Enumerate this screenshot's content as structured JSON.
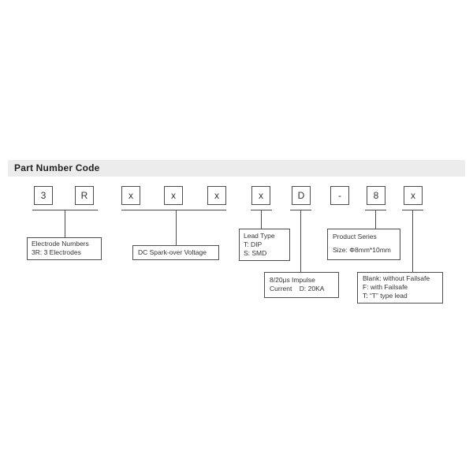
{
  "header": {
    "title": "Part Number Code",
    "bar_color": "#ececec",
    "text_color": "#222222"
  },
  "colors": {
    "line": "#4f4f4f",
    "box_border": "#4f4f4f",
    "text": "#333333",
    "background": "#ffffff"
  },
  "code_boxes": [
    "3",
    "R",
    "x",
    "x",
    "x",
    "x",
    "D",
    "-",
    "8",
    "x"
  ],
  "callouts": [
    {
      "id": "electrode-numbers",
      "lines": [
        "Electrode Numbers",
        "3R: 3 Electrodes"
      ]
    },
    {
      "id": "dc-spark-over-voltage",
      "lines": [
        "DC Spark-over Voltage"
      ]
    },
    {
      "id": "lead-type",
      "lines": [
        "Lead Type",
        "T: DIP",
        "S: SMD"
      ]
    },
    {
      "id": "product-series",
      "lines": [
        "Product Series",
        "Size: Φ8mm*10mm"
      ]
    },
    {
      "id": "impulse-current",
      "lines": [
        "8/20μs Impulse",
        "Current    D: 20KA"
      ]
    },
    {
      "id": "failsafe-options",
      "lines": [
        "Blank: without Failsafe",
        "F: with Failsafe",
        "T: “T” type lead"
      ]
    }
  ]
}
